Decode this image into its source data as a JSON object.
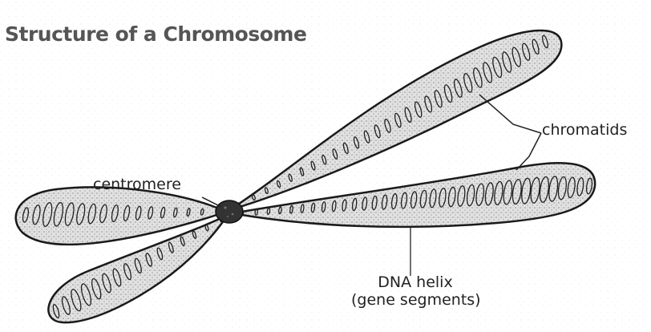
{
  "title": "Structure of a Chromosome",
  "labels": {
    "centromere": "centromere",
    "chromatids": "chromatids",
    "dna_helix_line1": "DNA helix",
    "dna_helix_line2": "(gene segments)"
  },
  "colors": {
    "arm_fill": "#d9d9d9",
    "outline": "#1a1a1a",
    "centromere": "#333333",
    "title": "#555555"
  }
}
